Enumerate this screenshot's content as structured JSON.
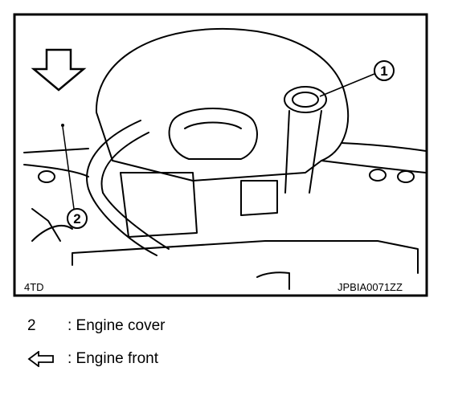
{
  "figure": {
    "code": "JPBIA0071ZZ",
    "corner_mark": "4TD",
    "callouts": [
      {
        "number": "1"
      },
      {
        "number": "2"
      }
    ]
  },
  "legend": [
    {
      "key": "2",
      "text": ": Engine cover"
    },
    {
      "key_icon": "left-outline-arrow-icon",
      "text": ": Engine front"
    }
  ],
  "front_arrow_icon": "down-outline-arrow-icon"
}
